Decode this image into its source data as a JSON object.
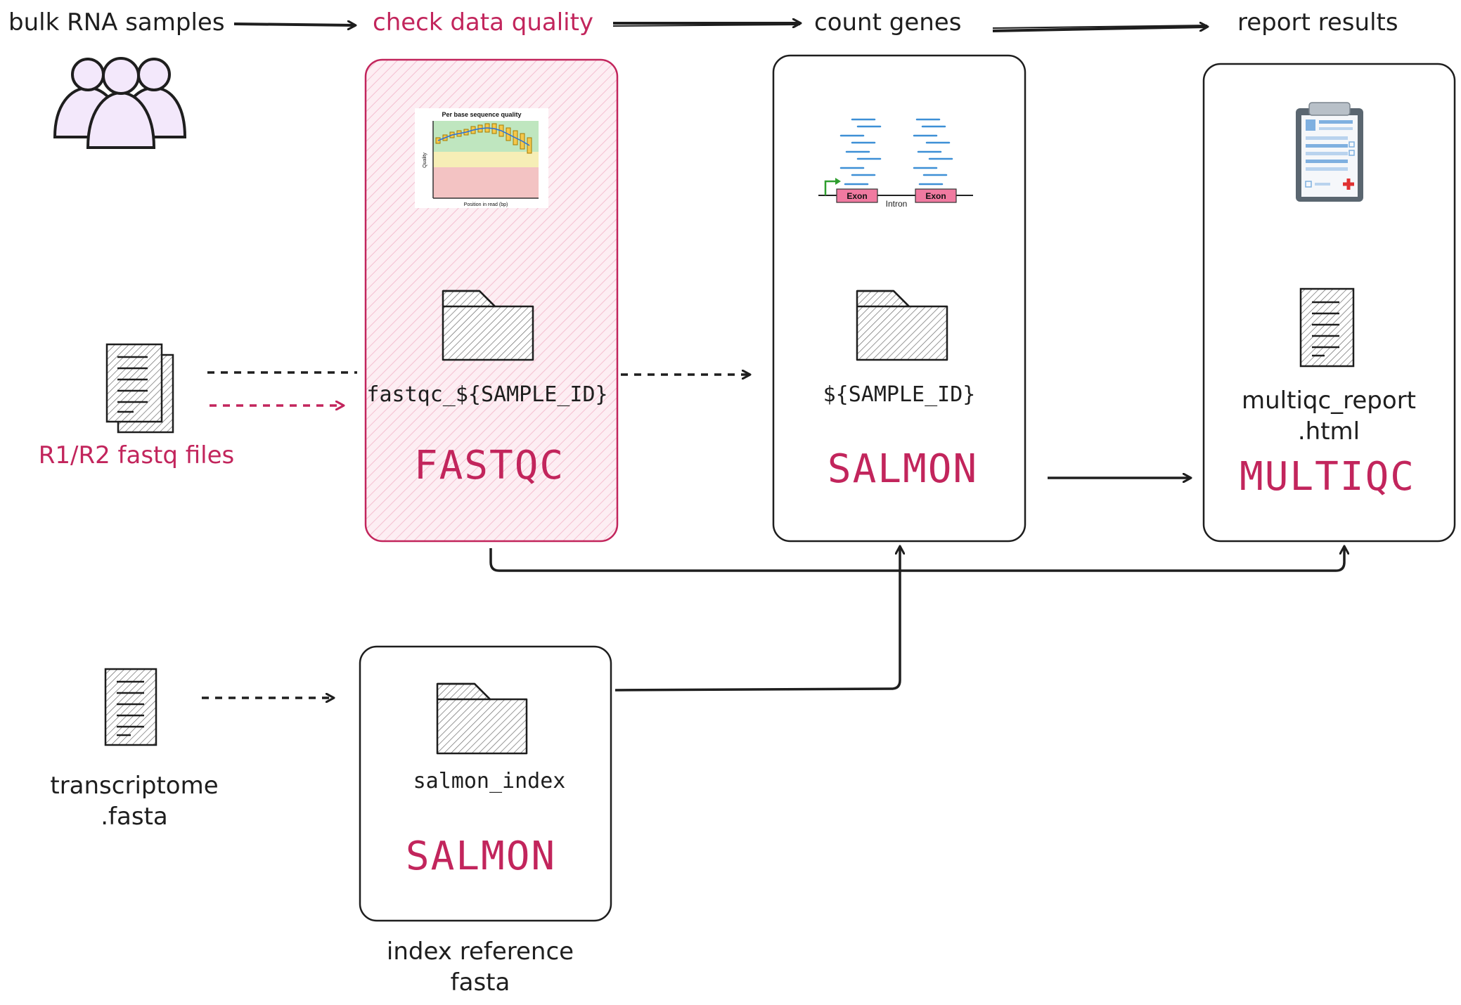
{
  "steps": {
    "samples": "bulk RNA samples",
    "quality": "check data quality",
    "count": "count genes",
    "report": "report results"
  },
  "inputs": {
    "fastq": "R1/R2 fastq files",
    "transcriptome_line1": "transcriptome",
    "transcriptome_line2": ".fasta"
  },
  "processes": {
    "fastqc": {
      "name": "FASTQC",
      "output": "fastqc_${SAMPLE_ID}"
    },
    "salmon_quant": {
      "name": "SALMON",
      "output": "${SAMPLE_ID}"
    },
    "multiqc": {
      "name": "MULTIQC",
      "output_line1": "multiqc_report",
      "output_line2": ".html"
    },
    "salmon_index": {
      "name": "SALMON",
      "output": "salmon_index"
    }
  },
  "index_caption": {
    "line1": "index reference",
    "line2": "fasta"
  },
  "fastqc_plot": {
    "title": "Per base sequence quality",
    "xlabel": "Position in read (bp)",
    "ylabel": "Quality"
  },
  "gene_model": {
    "exon1": "Exon",
    "exon2": "Exon",
    "intron": "Intron"
  },
  "colors": {
    "accent": "#c2255c",
    "ink": "#1e1e1e",
    "highlight_fill": "#fce4ec",
    "people_fill": "#f3e8fb"
  },
  "icons": [
    "people-icon",
    "fastq-files-icon",
    "fasta-file-icon",
    "folder-icon",
    "report-file-icon",
    "clipboard-icon",
    "qc-plot-thumbnail",
    "gene-model-illustration"
  ]
}
